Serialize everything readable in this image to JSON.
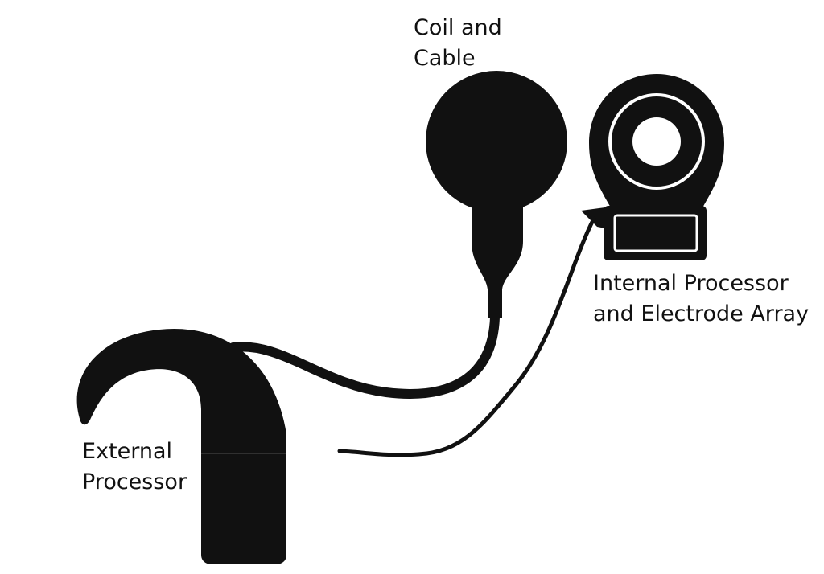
{
  "labels": {
    "coil": [
      "Coil and",
      "Cable"
    ],
    "internal": [
      "Internal Processor",
      "and Electrode Array"
    ],
    "external": [
      "External",
      "Processor"
    ]
  },
  "colors": {
    "ink": "#111111",
    "background": "#ffffff"
  }
}
